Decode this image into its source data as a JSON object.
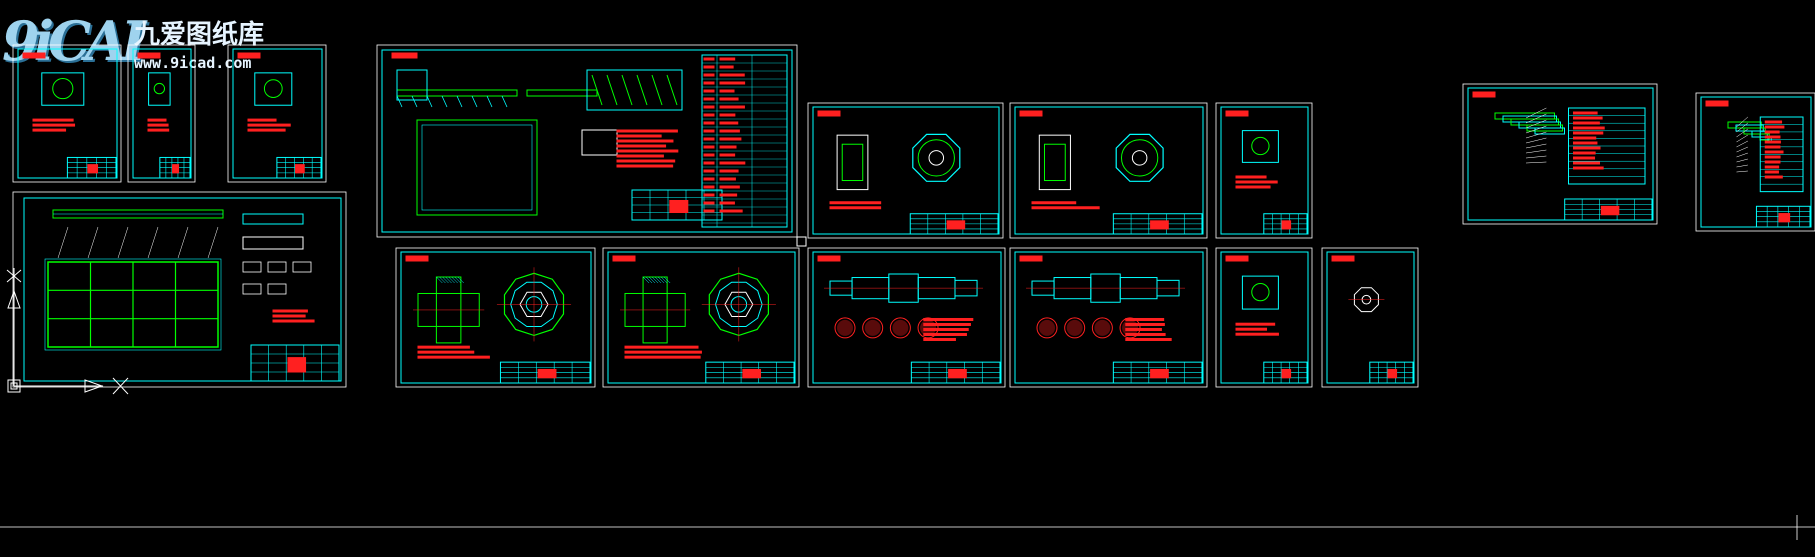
{
  "app": {
    "logo_mark": "9iCAI",
    "logo_cn": "九爱图纸库",
    "logo_url": "www.9icad.com"
  },
  "colors": {
    "background": "#000000",
    "frame": "#00ffff",
    "detail": "#00ff00",
    "annotation": "#ff2020",
    "white": "#ffffff",
    "yellow": "#ffff40"
  },
  "icons": {
    "ucs": "ucs-axis-icon",
    "crosshair": "crosshair-cursor-icon"
  }
}
